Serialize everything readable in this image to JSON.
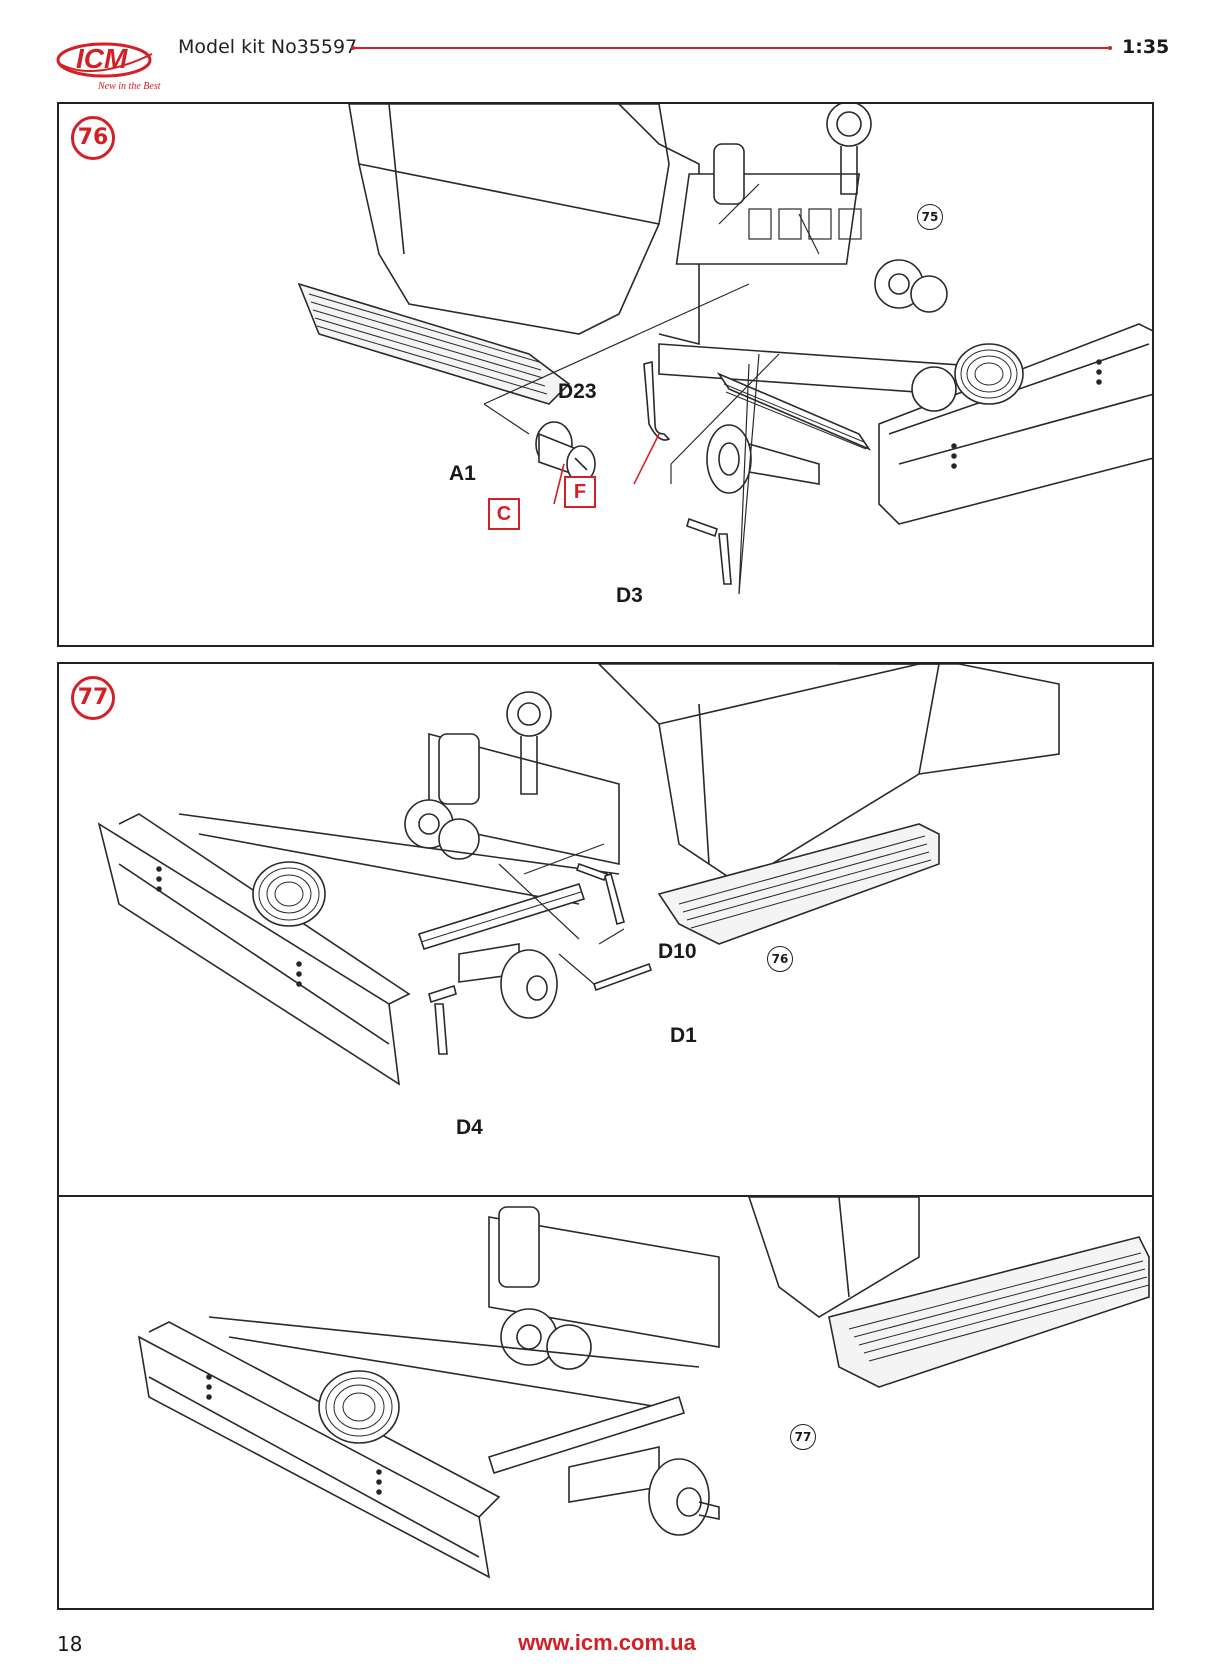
{
  "header": {
    "brand": "ICM",
    "tagline": "New in the Best",
    "kit_title": "Model kit No35597",
    "scale": "1:35",
    "accent_color": "#d32026"
  },
  "steps": [
    {
      "number": "76",
      "parts": [
        "A1",
        "D23",
        "D3"
      ],
      "paint_refs": [
        "C",
        "F"
      ],
      "subassembly_ref": "75"
    },
    {
      "number": "77",
      "parts": [
        "D10",
        "D1",
        "D4"
      ],
      "subassembly_ref": "76"
    },
    {
      "subassembly_ref": "77"
    }
  ],
  "footer": {
    "page_number": "18",
    "url": "www.icm.com.ua"
  }
}
